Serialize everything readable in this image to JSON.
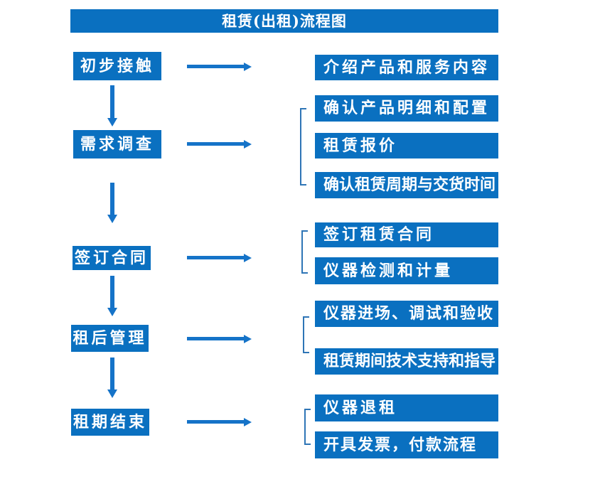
{
  "title": "租赁(出租)流程图",
  "colors": {
    "box_fill": "#0a70c0",
    "arrow": "#1573c8",
    "bracket_line": "#2e75b6",
    "text": "#ffffff",
    "background": "#ffffff"
  },
  "steps": [
    {
      "label": "初步接触",
      "details": [
        "介绍产品和服务内容"
      ]
    },
    {
      "label": "需求调查",
      "details": [
        "确认产品明细和配置",
        "租赁报价",
        "确认租赁周期与交货时间"
      ]
    },
    {
      "label": "签订合同",
      "details": [
        "签订租赁合同",
        "仪器检测和计量"
      ]
    },
    {
      "label": "租后管理",
      "details": [
        "仪器进场、调试和验收",
        "租赁期间技术支持和指导"
      ]
    },
    {
      "label": "租期结束",
      "details": [
        "仪器退租",
        "开具发票，付款流程"
      ]
    }
  ]
}
